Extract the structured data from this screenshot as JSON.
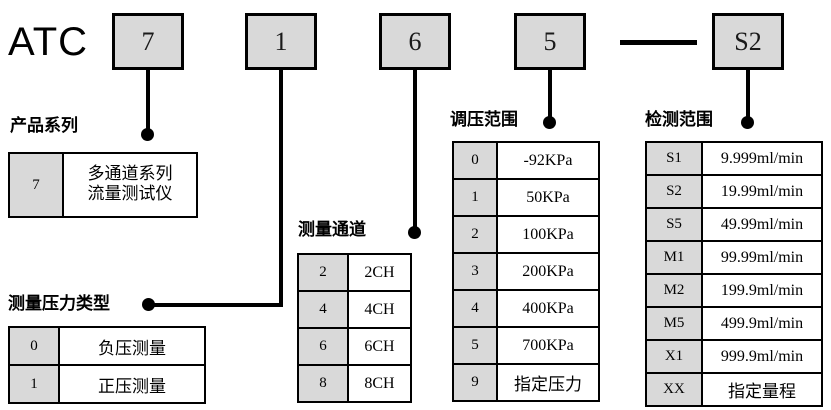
{
  "model_code": {
    "prefix": "ATC",
    "segments": [
      {
        "name": "series",
        "value": "7"
      },
      {
        "name": "pressure-type",
        "value": "1"
      },
      {
        "name": "channels",
        "value": "6"
      },
      {
        "name": "pressure-range",
        "value": "5"
      },
      {
        "name": "detection-range",
        "value": "S2"
      }
    ],
    "separator": "—"
  },
  "groups": {
    "product_series": {
      "title": "产品系列",
      "rows": [
        {
          "key": "7",
          "line1": "多通道系列",
          "line2": "流量测试仪"
        }
      ]
    },
    "pressure_type": {
      "title": "测量压力类型",
      "rows": [
        {
          "key": "0",
          "value": "负压测量"
        },
        {
          "key": "1",
          "value": "正压测量"
        }
      ]
    },
    "channels": {
      "title": "测量通道",
      "rows": [
        {
          "key": "2",
          "value": "2CH"
        },
        {
          "key": "4",
          "value": "4CH"
        },
        {
          "key": "6",
          "value": "6CH"
        },
        {
          "key": "8",
          "value": "8CH"
        }
      ]
    },
    "pressure_range": {
      "title": "调压范围",
      "rows": [
        {
          "key": "0",
          "value": "-92KPa"
        },
        {
          "key": "1",
          "value": "50KPa"
        },
        {
          "key": "2",
          "value": "100KPa"
        },
        {
          "key": "3",
          "value": "200KPa"
        },
        {
          "key": "4",
          "value": "400KPa"
        },
        {
          "key": "5",
          "value": "700KPa"
        },
        {
          "key": "9",
          "value": "指定压力"
        }
      ]
    },
    "detection_range": {
      "title": "检测范围",
      "rows": [
        {
          "key": "S1",
          "value": "9.999ml/min"
        },
        {
          "key": "S2",
          "value": "19.99ml/min"
        },
        {
          "key": "S5",
          "value": "49.99ml/min"
        },
        {
          "key": "M1",
          "value": "99.99ml/min"
        },
        {
          "key": "M2",
          "value": "199.9ml/min"
        },
        {
          "key": "M5",
          "value": "499.9ml/min"
        },
        {
          "key": "X1",
          "value": "999.9ml/min"
        },
        {
          "key": "XX",
          "value": "指定量程"
        }
      ]
    }
  },
  "colors": {
    "key_cell_fill": "#d9d9d9",
    "line": "#000000",
    "background": "#ffffff"
  }
}
